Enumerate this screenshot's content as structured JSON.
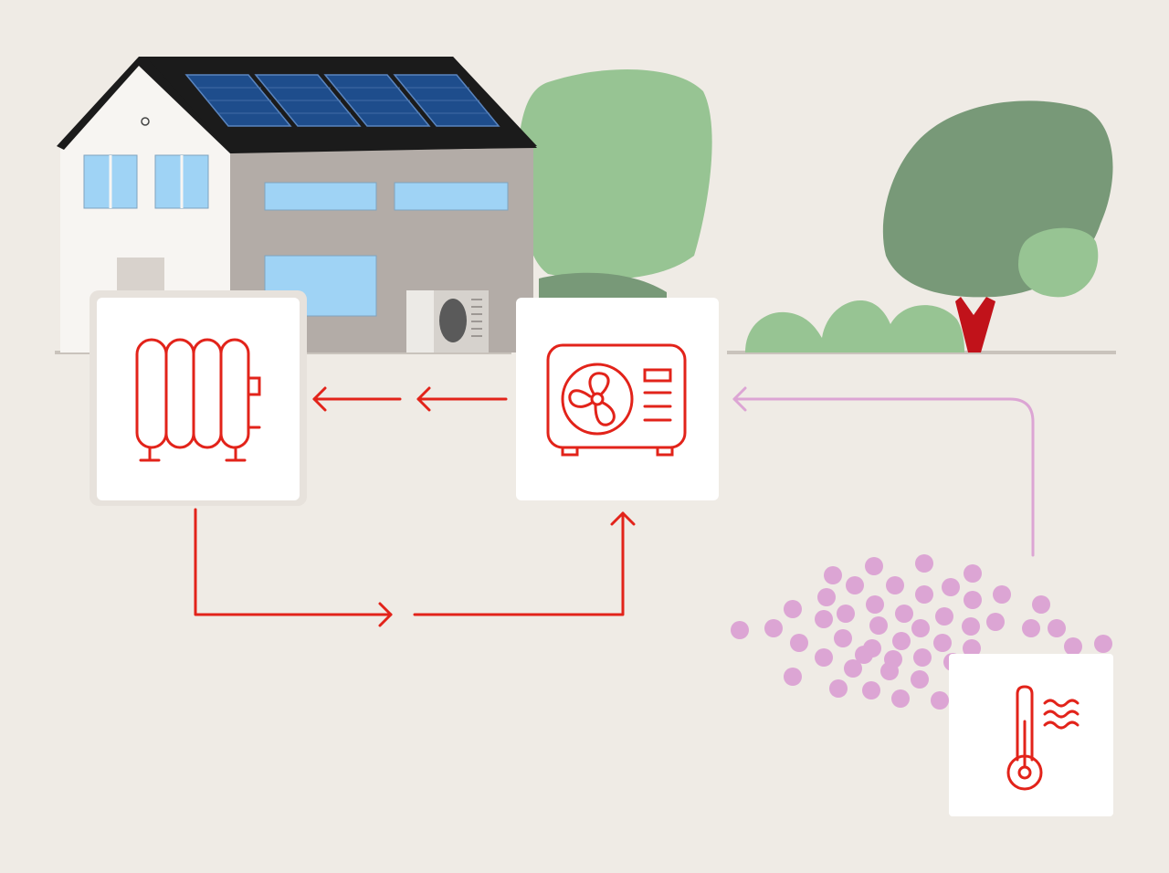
{
  "scene": {
    "description_text": "",
    "colors": {
      "background": "#efebe5",
      "accent_red": "#e2231a",
      "air_flow_pink": "#dca5d4",
      "roof": "#1b1b1b",
      "solar_panel": "#1e4d8c",
      "wall_light": "#f7f5f2",
      "wall_gray": "#b3aca7",
      "window": "#9fd3f5",
      "tree_light": "#97c493",
      "tree_dark": "#789978",
      "trunk": "#c1121a",
      "ground_line": "#c9c3bc"
    }
  },
  "nodes": {
    "radiator": {
      "icon": "radiator-icon"
    },
    "heat_pump": {
      "icon": "heat-pump-fan-icon"
    },
    "outdoor_air": {
      "icon": "thermometer-heat-icon"
    }
  },
  "flows": {
    "heat_to_radiator": {
      "direction": "left"
    },
    "return_to_heat_pump": {
      "direction": "right-up"
    },
    "air_to_heat_pump": {
      "direction": "up-left"
    }
  }
}
